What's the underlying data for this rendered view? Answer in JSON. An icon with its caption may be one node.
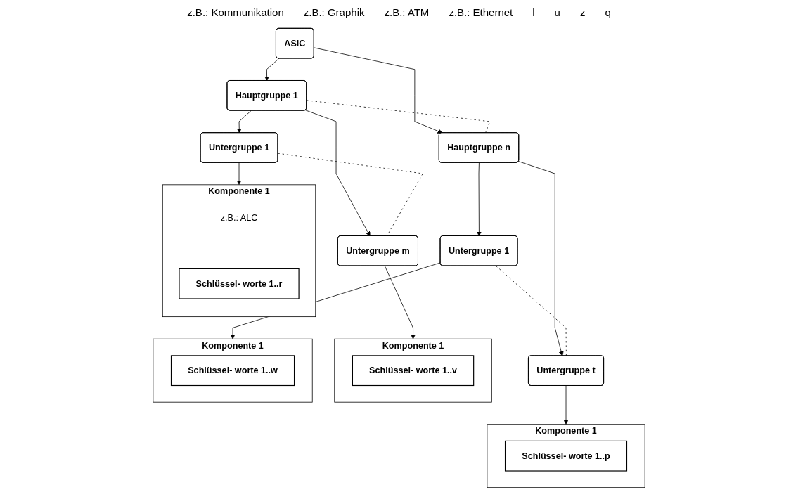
{
  "diagram": {
    "nodes": [
      {
        "text": [
          "ASIC"
        ]
      },
      {
        "text": [
          "Hauptgruppe 1"
        ]
      },
      {
        "text": [
          "Hauptgruppe n"
        ]
      },
      {
        "text": [
          "Untergruppe 1"
        ]
      },
      {
        "text": [
          "Untergruppe m"
        ]
      },
      {
        "text": [
          "Untergruppe 1"
        ]
      },
      {
        "text": [
          "Untergruppe t"
        ]
      },
      {
        "text": [
          "Komponente 1",
          "z.B.: ALC"
        ]
      },
      {
        "text": [
          "Schlüssel- worte 1..r"
        ],
        "in": 7
      },
      {
        "text": [
          "Komponente 1"
        ]
      },
      {
        "text": [
          "Schlüssel- worte 1..v"
        ],
        "in": 9
      },
      {
        "text": [
          "Komponente 1"
        ]
      },
      {
        "text": [
          "Schlüssel- worte 1..w"
        ],
        "in": 11
      },
      {
        "text": [
          "Komponente 1"
        ]
      },
      {
        "text": [
          "Schlüssel- worte 1..p"
        ],
        "in": 13
      }
    ],
    "edges": [
      {
        "from": 0,
        "to": 1,
        "arrow": "to"
      },
      {
        "from": 0,
        "to": 2,
        "arrow": "to"
      },
      {
        "from": 1,
        "to": 2,
        "arrow": "none",
        "style": "dashed"
      },
      {
        "from": 1,
        "to": 3,
        "arrow": "to"
      },
      {
        "from": 1,
        "to": 4,
        "arrow": "to"
      },
      {
        "from": 3,
        "to": 4,
        "arrow": "none",
        "style": "dashed"
      },
      {
        "from": 2,
        "to": 5,
        "arrow": "to"
      },
      {
        "from": 2,
        "to": 6,
        "arrow": "to"
      },
      {
        "from": 5,
        "to": 6,
        "arrow": "none",
        "style": "dashed"
      },
      {
        "from": 3,
        "to": 7,
        "arrow": "to"
      },
      {
        "from": 4,
        "to": 9,
        "arrow": "to"
      },
      {
        "from": 5,
        "to": 11,
        "arrow": "to"
      },
      {
        "from": 6,
        "to": 13,
        "arrow": "to"
      }
    ],
    "labels": [
      "z.B.: Kommunikation",
      "z.B.: Graphik",
      "z.B.: ATM",
      "z.B.: Ethernet",
      "l",
      "u",
      "z",
      "q"
    ]
  }
}
